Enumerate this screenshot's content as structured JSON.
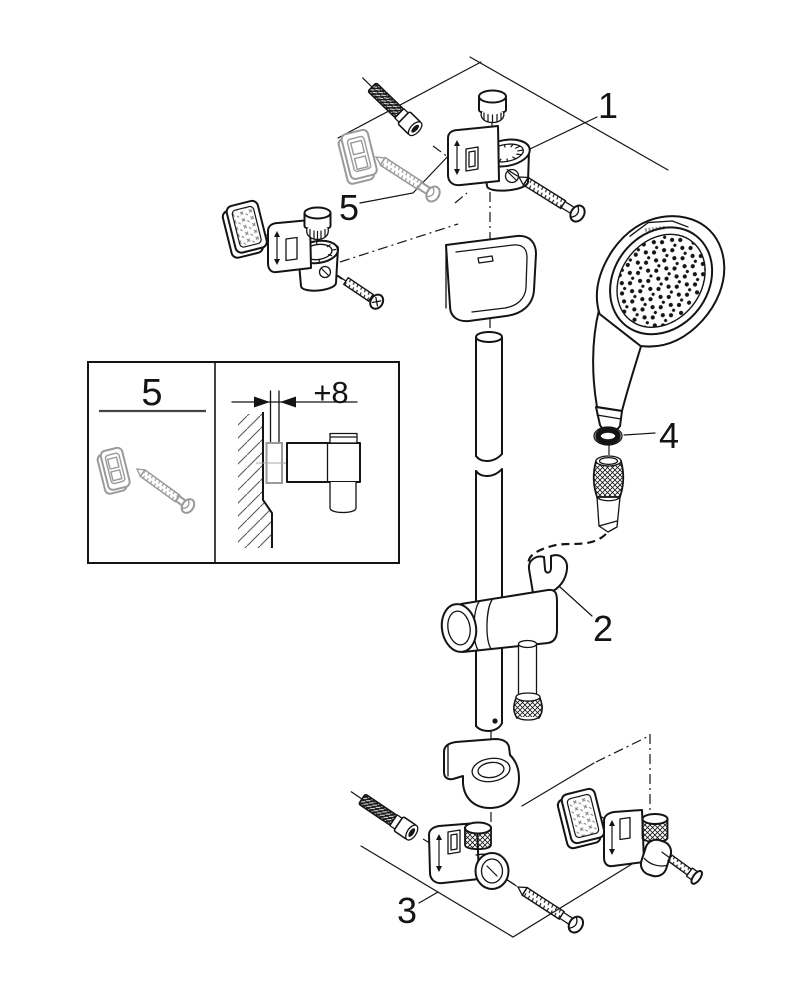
{
  "diagram": {
    "background": "#ffffff",
    "line_color": "#141414",
    "muted_color": "#9a9a9a",
    "callouts": {
      "part1": "1",
      "part2": "2",
      "part3": "3",
      "part4": "4",
      "part5": "5"
    },
    "inset": {
      "step": "5",
      "dimension": "+8"
    }
  }
}
